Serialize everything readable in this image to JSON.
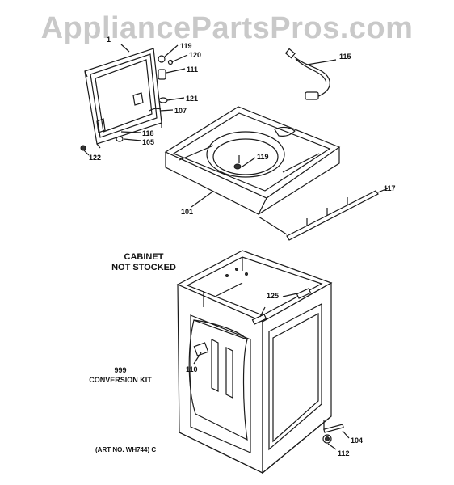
{
  "watermark": "AppliancePartsPros.com",
  "captions": {
    "cabinet_line1": "CABINET",
    "cabinet_line2": "NOT STOCKED",
    "kit_number": "999",
    "kit_name": "CONVERSION KIT",
    "art_no": "(ART NO. WH744) C"
  },
  "part_labels": {
    "p1xx": "1",
    "p119a": "119",
    "p120": "120",
    "p111": "111",
    "p121": "121",
    "p107": "107",
    "p118": "118",
    "p105": "105",
    "p122": "122",
    "p115": "115",
    "p119b": "119",
    "p101": "101",
    "p117": "117",
    "p125": "125",
    "p110": "110",
    "p104": "104",
    "p112": "112"
  }
}
